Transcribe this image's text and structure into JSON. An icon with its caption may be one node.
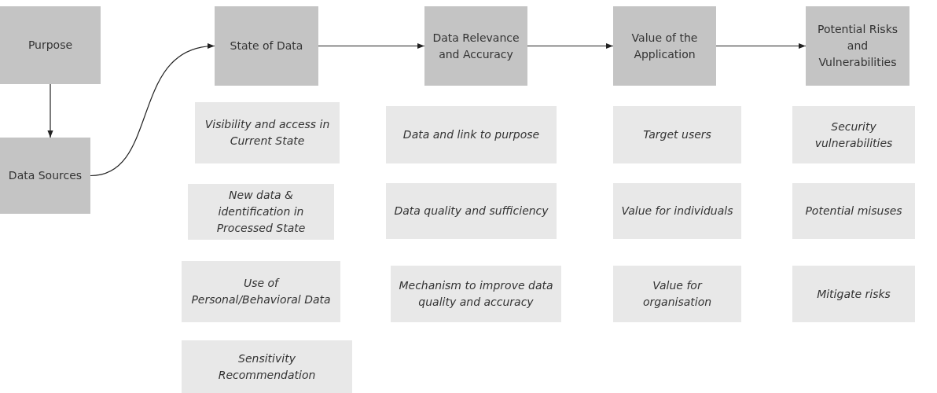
{
  "diagram": {
    "nodes": [
      {
        "text": [
          "Purpose"
        ]
      },
      {
        "text": [
          "Data Sources"
        ]
      },
      {
        "text": [
          "State of Data"
        ]
      },
      {
        "text": [
          "Data Relevance and Accuracy"
        ]
      },
      {
        "text": [
          "Value of the Application"
        ]
      },
      {
        "text": [
          "Potential Risks and Vulnerabilities"
        ]
      },
      {
        "text": [
          "Visibility and access in Current State"
        ]
      },
      {
        "text": [
          "New data & identification in Processed State"
        ]
      },
      {
        "text": [
          "Use of Personal/Behavioral Data"
        ]
      },
      {
        "text": [
          "Sensitivity Recommendation"
        ]
      },
      {
        "text": [
          "Data and link to purpose"
        ]
      },
      {
        "text": [
          "Data quality and sufficiency"
        ]
      },
      {
        "text": [
          "Mechanism to improve data quality and accuracy"
        ]
      },
      {
        "text": [
          "Target users"
        ]
      },
      {
        "text": [
          "Value for individuals"
        ]
      },
      {
        "text": [
          "Value for organisation"
        ]
      },
      {
        "text": [
          "Security vulnerabilities"
        ]
      },
      {
        "text": [
          "Potential misuses"
        ]
      },
      {
        "text": [
          "Mitigate risks"
        ]
      }
    ],
    "edges": [
      {
        "from": 0,
        "to": 1,
        "arrow": "to"
      },
      {
        "from": 1,
        "to": 2,
        "arrow": "to"
      },
      {
        "from": 2,
        "to": 3,
        "arrow": "to"
      },
      {
        "from": 3,
        "to": 4,
        "arrow": "to"
      },
      {
        "from": 4,
        "to": 5,
        "arrow": "to"
      }
    ]
  }
}
